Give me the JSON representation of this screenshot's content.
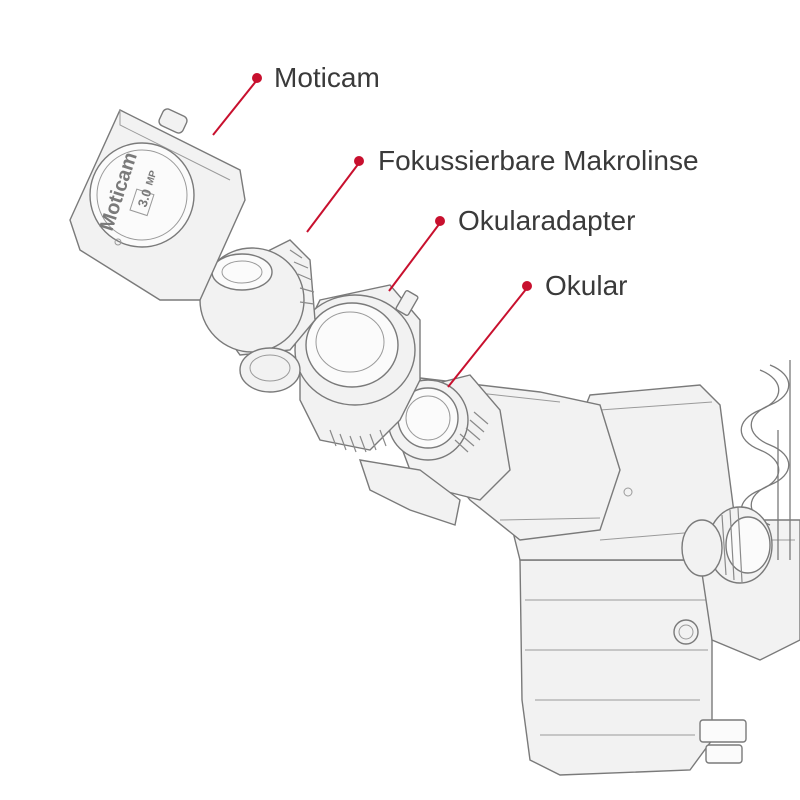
{
  "labels": {
    "moticam": "Moticam",
    "makrolinse": "Fokussierbare Makrolinse",
    "okularadapter": "Okularadapter",
    "okular": "Okular"
  },
  "camera_print": {
    "brand": "Moticam",
    "model": "3.0",
    "unit": "MP"
  },
  "colors": {
    "accent": "#c8102e",
    "outline": "#7a7a7a",
    "fill": "#f2f2f2"
  }
}
